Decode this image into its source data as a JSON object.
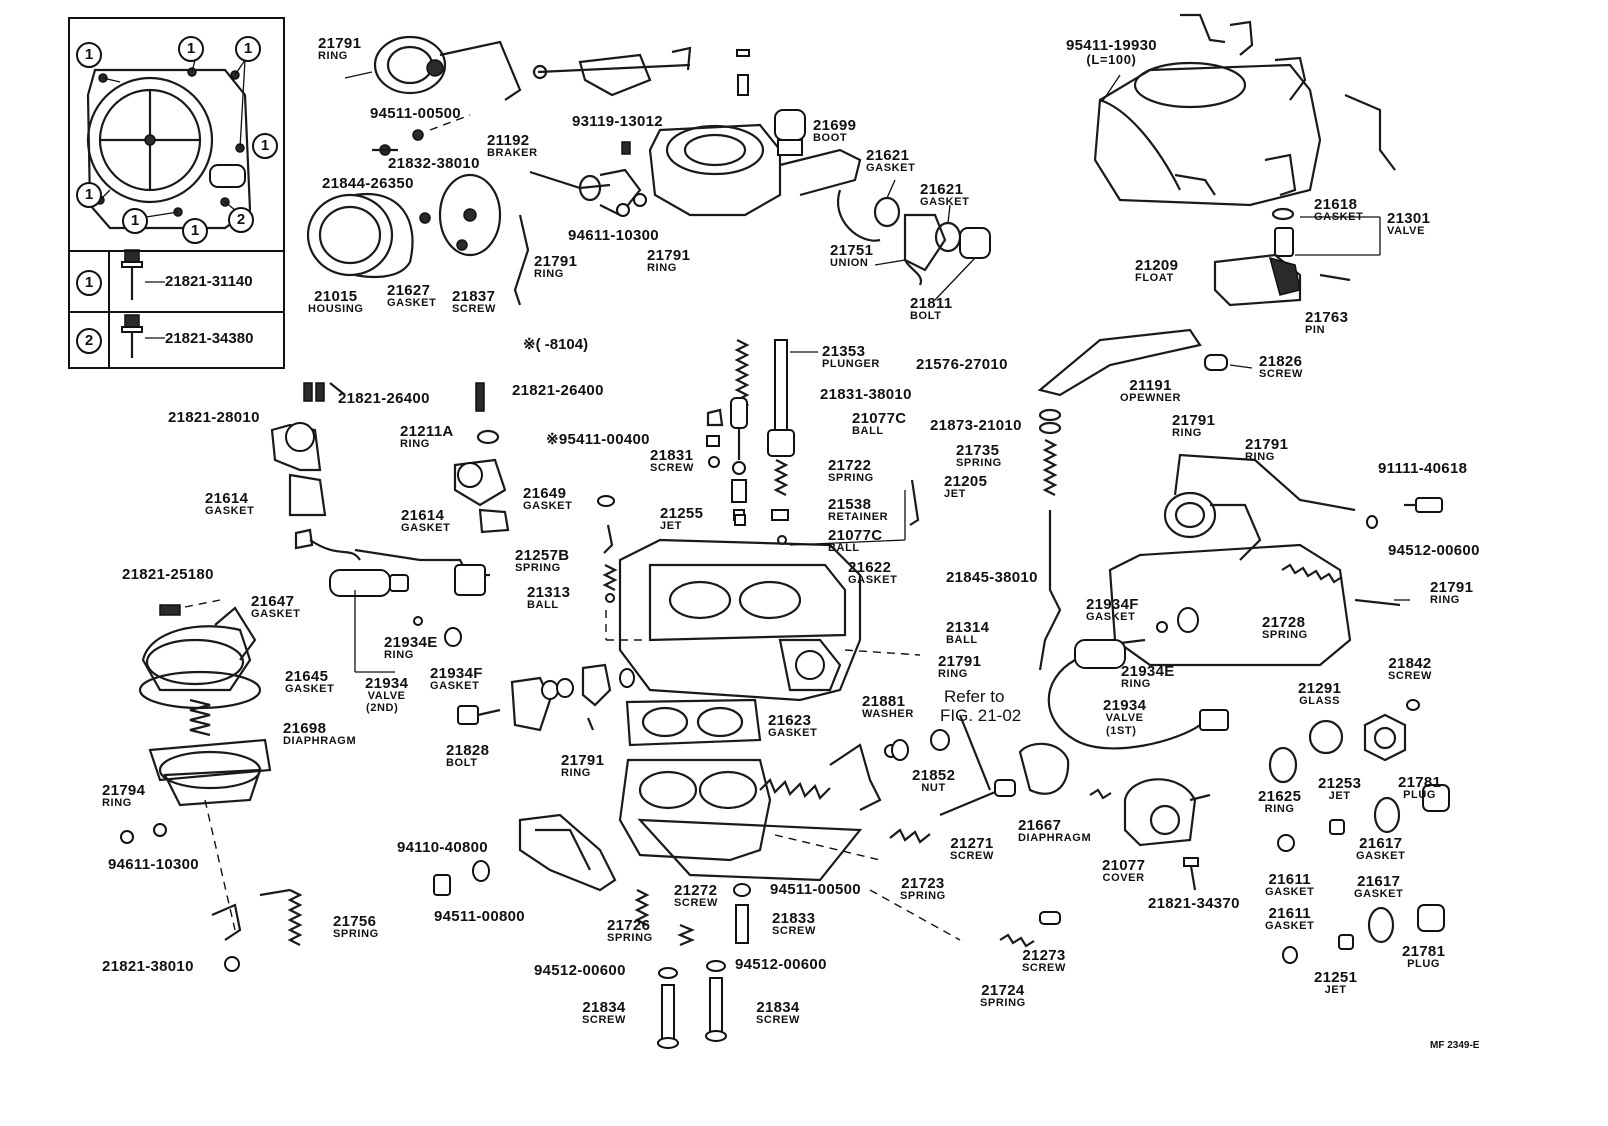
{
  "inset": {
    "circled_1": "1",
    "circled_2": "2",
    "row1_marker": "1",
    "row1_part": "21821-31140",
    "row2_marker": "2",
    "row2_part": "21821-34380"
  },
  "note_8104": "※(        -8104)",
  "refer_note": {
    "line1": "Refer to",
    "line2": "FIG. 21-02"
  },
  "figure_code": "MF 2349-E",
  "callouts": [
    {
      "num": "21791",
      "name": "RING"
    },
    {
      "num": "94511-00500",
      "name": ""
    },
    {
      "num": "21192",
      "name": "BRAKER"
    },
    {
      "num": "94511-00500",
      "name": ""
    },
    {
      "num": "21832-38010",
      "name": ""
    },
    {
      "num": "21844-26350",
      "name": ""
    },
    {
      "num": "21015",
      "name": "HOUSING"
    },
    {
      "num": "21627",
      "name": "GASKET"
    },
    {
      "num": "21837",
      "name": "SCREW"
    },
    {
      "num": "93119-13012",
      "name": ""
    },
    {
      "num": "94611-10300",
      "name": ""
    },
    {
      "num": "21791",
      "name": "RING"
    },
    {
      "num": "21791",
      "name": "RING"
    },
    {
      "num": "21699",
      "name": "BOOT"
    },
    {
      "num": "21621",
      "name": "GASKET"
    },
    {
      "num": "21621",
      "name": "GASKET"
    },
    {
      "num": "21751",
      "name": "UNION"
    },
    {
      "num": "21811",
      "name": "BOLT"
    },
    {
      "num": "95411-19930",
      "name": "(L=100)"
    },
    {
      "num": "21618",
      "name": "GASKET"
    },
    {
      "num": "21301",
      "name": "VALVE"
    },
    {
      "num": "21209",
      "name": "FLOAT"
    },
    {
      "num": "21763",
      "name": "PIN"
    },
    {
      "num": "21353",
      "name": "PLUNGER"
    },
    {
      "num": "21831-38010",
      "name": ""
    },
    {
      "num": "21077C",
      "name": "BALL"
    },
    {
      "num": "21722",
      "name": "SPRING"
    },
    {
      "num": "21538",
      "name": "RETAINER"
    },
    {
      "num": "21077C",
      "name": "BALL"
    },
    {
      "num": "21205",
      "name": "JET"
    },
    {
      "num": "21622",
      "name": "GASKET"
    },
    {
      "num": "21845-38010",
      "name": ""
    },
    {
      "num": "21314",
      "name": "BALL"
    },
    {
      "num": "21576-27010",
      "name": ""
    },
    {
      "num": "21826",
      "name": "SCREW"
    },
    {
      "num": "21191",
      "name": "OPEWNER"
    },
    {
      "num": "21873-21010",
      "name": ""
    },
    {
      "num": "21735",
      "name": "SPRING"
    },
    {
      "num": "21791",
      "name": "RING"
    },
    {
      "num": "21791",
      "name": "RING"
    },
    {
      "num": "91111-40618",
      "name": ""
    },
    {
      "num": "94512-00600",
      "name": ""
    },
    {
      "num": "21791",
      "name": "RING"
    },
    {
      "num": "21728",
      "name": "SPRING"
    },
    {
      "num": "21934F",
      "name": "GASKET"
    },
    {
      "num": "21934E",
      "name": "RING"
    },
    {
      "num": "21934",
      "name": "VALVE"
    },
    {
      "num": "(1ST)",
      "name": ""
    },
    {
      "num": "21791",
      "name": "RING"
    },
    {
      "num": "21821-26400",
      "name": ""
    },
    {
      "num": "21821-26400",
      "name": ""
    },
    {
      "num": "21821-28010",
      "name": ""
    },
    {
      "num": "21211A",
      "name": "RING"
    },
    {
      "num": "※95411-00400",
      "name": ""
    },
    {
      "num": "21831",
      "name": "SCREW"
    },
    {
      "num": "21649",
      "name": "GASKET"
    },
    {
      "num": "21255",
      "name": "JET"
    },
    {
      "num": "21614",
      "name": "GASKET"
    },
    {
      "num": "21614",
      "name": "GASKET"
    },
    {
      "num": "21257B",
      "name": "SPRING"
    },
    {
      "num": "21313",
      "name": "BALL"
    },
    {
      "num": "21821-25180",
      "name": ""
    },
    {
      "num": "21647",
      "name": "GASKET"
    },
    {
      "num": "21934E",
      "name": "RING"
    },
    {
      "num": "21934F",
      "name": "GASKET"
    },
    {
      "num": "21934",
      "name": "VALVE"
    },
    {
      "num": "(2ND)",
      "name": ""
    },
    {
      "num": "21645",
      "name": "GASKET"
    },
    {
      "num": "21698",
      "name": "DIAPHRAGM"
    },
    {
      "num": "21794",
      "name": "RING"
    },
    {
      "num": "94611-10300",
      "name": ""
    },
    {
      "num": "21828",
      "name": "BOLT"
    },
    {
      "num": "21791",
      "name": "RING"
    },
    {
      "num": "21623",
      "name": "GASKET"
    },
    {
      "num": "21881",
      "name": "WASHER"
    },
    {
      "num": "21852",
      "name": "NUT"
    },
    {
      "num": "21271",
      "name": "SCREW"
    },
    {
      "num": "21667",
      "name": "DIAPHRAGM"
    },
    {
      "num": "21077",
      "name": "COVER"
    },
    {
      "num": "21821-34370",
      "name": ""
    },
    {
      "num": "21842",
      "name": "SCREW"
    },
    {
      "num": "21291",
      "name": "GLASS"
    },
    {
      "num": "21625",
      "name": "RING"
    },
    {
      "num": "21253",
      "name": "JET"
    },
    {
      "num": "21781",
      "name": "PLUG"
    },
    {
      "num": "21617",
      "name": "GASKET"
    },
    {
      "num": "21611",
      "name": "GASKET"
    },
    {
      "num": "21617",
      "name": "GASKET"
    },
    {
      "num": "21611",
      "name": "GASKET"
    },
    {
      "num": "21781",
      "name": "PLUG"
    },
    {
      "num": "21251",
      "name": "JET"
    },
    {
      "num": "94110-40800",
      "name": ""
    },
    {
      "num": "94511-00800",
      "name": ""
    },
    {
      "num": "21272",
      "name": "SCREW"
    },
    {
      "num": "94511-00500",
      "name": ""
    },
    {
      "num": "21726",
      "name": "SPRING"
    },
    {
      "num": "21833",
      "name": "SCREW"
    },
    {
      "num": "21723",
      "name": "SPRING"
    },
    {
      "num": "21724",
      "name": "SPRING"
    },
    {
      "num": "21273",
      "name": "SCREW"
    },
    {
      "num": "94512-00600",
      "name": ""
    },
    {
      "num": "94512-00600",
      "name": ""
    },
    {
      "num": "21834",
      "name": "SCREW"
    },
    {
      "num": "21834",
      "name": "SCREW"
    },
    {
      "num": "21756",
      "name": "SPRING"
    },
    {
      "num": "21821-38010",
      "name": ""
    }
  ]
}
